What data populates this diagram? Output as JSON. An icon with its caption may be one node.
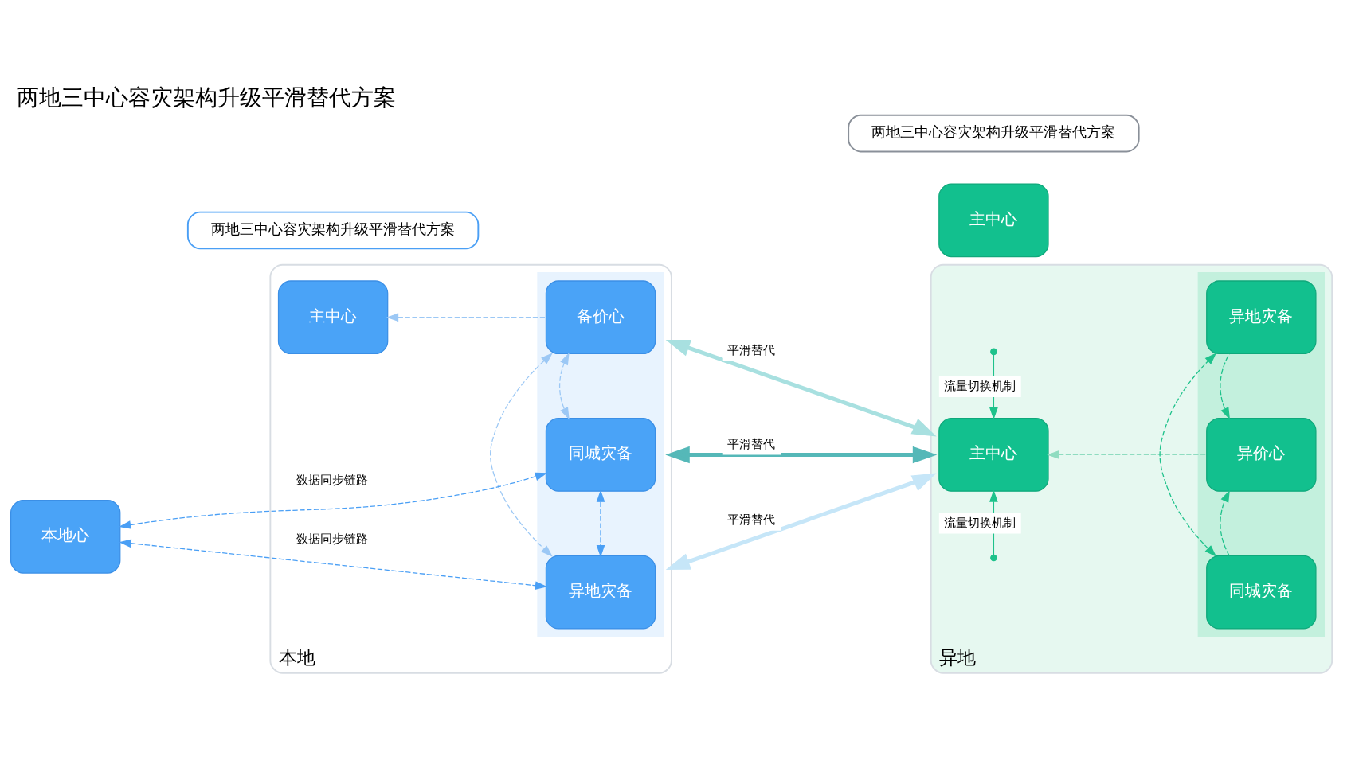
{
  "diagram": {
    "title": "两地三中心容灾架构升级平滑替代方案",
    "nodes": [
      {
        "text": [
          "本地"
        ]
      },
      {
        "text": [
          "本地心"
        ]
      },
      {
        "text": [
          "主中心"
        ],
        "in": 0
      },
      {
        "text": [],
        "shape": "box",
        "in": 0
      },
      {
        "text": [
          "同城灾备"
        ],
        "in": 3
      },
      {
        "text": [
          "备价心"
        ],
        "in": 3
      },
      {
        "text": [
          "异地灾备"
        ],
        "in": 3
      },
      {
        "text": [
          "异地"
        ]
      },
      {
        "text": [
          "主中心"
        ]
      },
      {
        "text": [
          "主中心"
        ],
        "in": 7
      },
      {
        "text": [],
        "shape": "box",
        "in": 7
      },
      {
        "text": [
          "同城灾备"
        ],
        "in": 10
      },
      {
        "text": [
          "异价心"
        ],
        "in": 10
      },
      {
        "text": [
          "异地灾备"
        ],
        "in": 10
      },
      {
        "text": [
          "两地三中心容灾架构升级平滑替代方案"
        ]
      },
      {
        "text": [
          "两地三中心容灾架构升级平滑替代方案"
        ]
      }
    ],
    "edges": [
      {
        "from": 1,
        "to": 4,
        "arrow": "both",
        "style": "dashed",
        "color": "#4a9ff5",
        "label": "数据同步链路"
      },
      {
        "from": 1,
        "to": 6,
        "arrow": "both",
        "style": "dashed",
        "color": "#4a9ff5",
        "label": "数据同步链路"
      },
      {
        "from": 4,
        "to": 6,
        "arrow": "both",
        "style": "dashed",
        "color": "#4a9ff5"
      },
      {
        "from": 5,
        "to": 2,
        "arrow": "to",
        "style": "dashed",
        "color": "#9cc8f5"
      },
      {
        "from": 4,
        "to": 5,
        "arrow": "both",
        "style": "dashed",
        "color": "#9cc8f5"
      },
      {
        "from": 5,
        "to": 6,
        "arrow": "both",
        "style": "dashed",
        "color": "#9cc8f5"
      },
      {
        "from": 0,
        "to": 7,
        "arrow": "both",
        "style": "thick",
        "color": "#55b8b8",
        "label": "平滑替代"
      },
      {
        "from": 0,
        "to": 7,
        "arrow": "both",
        "style": "thick",
        "color": "#a8e0e0",
        "label": "平滑替代"
      },
      {
        "from": 0,
        "to": 7,
        "arrow": "both",
        "style": "thick",
        "color": "#c6e6f8",
        "label": "平滑替代"
      },
      {
        "from": null,
        "to": 9,
        "arrow": "to",
        "color": "#1ec28b",
        "label": "流量切换机制"
      },
      {
        "from": null,
        "to": 9,
        "arrow": "to",
        "color": "#1ec28b",
        "label": "流量切换机制"
      },
      {
        "from": 11,
        "to": 13,
        "arrow": "both",
        "style": "dashed",
        "color": "#1ec28b"
      },
      {
        "from": 12,
        "to": 9,
        "arrow": "to",
        "style": "dashed",
        "color": "#8fdcc0"
      },
      {
        "from": 11,
        "to": 12,
        "arrow": "to",
        "style": "dashed",
        "color": "#1ec28b"
      },
      {
        "from": 13,
        "to": 12,
        "arrow": "to",
        "style": "dashed",
        "color": "#1ec28b"
      }
    ]
  }
}
